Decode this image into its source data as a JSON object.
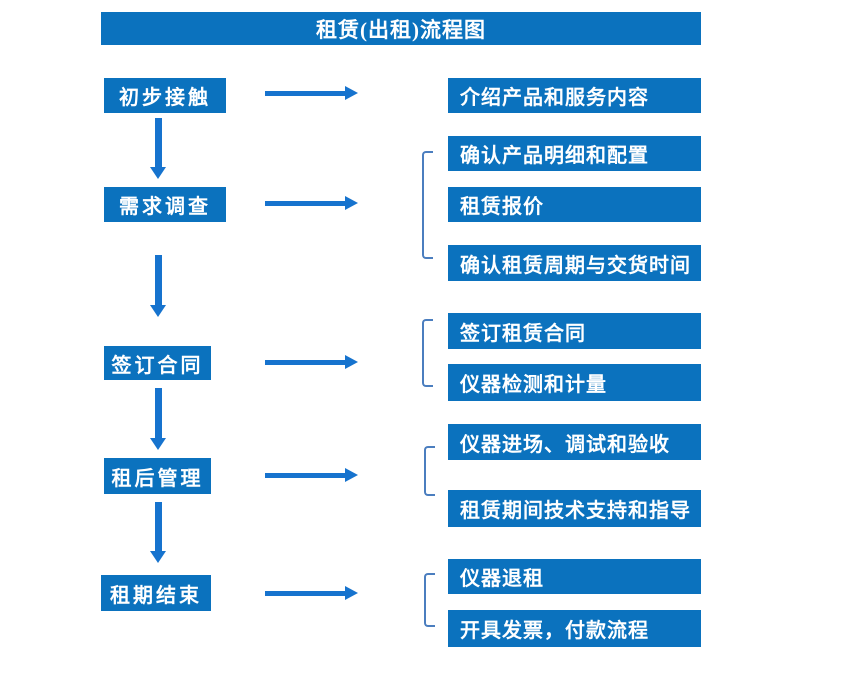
{
  "title": "租赁(出租)流程图",
  "colors": {
    "box_blue": "#0b72be",
    "arrow_blue": "#1673ce",
    "bracket_blue": "#4b7ebf",
    "text_white": "#ffffff",
    "background": "#ffffff"
  },
  "flow": {
    "steps": [
      {
        "label": "初步接触",
        "details": [
          "介绍产品和服务内容"
        ]
      },
      {
        "label": "需求调查",
        "details": [
          "确认产品明细和配置",
          "租赁报价",
          "确认租赁周期与交货时间"
        ]
      },
      {
        "label": "签订合同",
        "details": [
          "签订租赁合同",
          "仪器检测和计量"
        ]
      },
      {
        "label": "租后管理",
        "details": [
          "仪器进场、调试和验收",
          "租赁期间技术支持和指导"
        ]
      },
      {
        "label": "租期结束",
        "details": [
          "仪器退租",
          "开具发票，付款流程"
        ]
      }
    ]
  }
}
